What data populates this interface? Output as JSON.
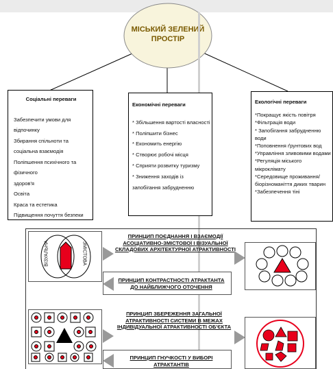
{
  "title": "МІСЬКИЙ ЗЕЛЕНИЙ ПРОСТІР",
  "social": {
    "heading": "Соціальні переваги",
    "items": [
      "Забезпечити умови для",
      "відпочинку",
      "Збирання спільноти та",
      "соціальна взаємодія",
      "Поліпшення психічного та",
      "фізичного",
      "здоров'я",
      "Освіта",
      "Краса та естетика",
      "Підвищення почуття безпеки"
    ]
  },
  "economic": {
    "heading": "Економічні переваги",
    "items": [
      "* Збільшення вартості власності",
      "* Поліпшити бізнес",
      "* Економить енергію",
      "* Створює робочі місця",
      "* Сприяти розвитку туризму",
      "* Зниження заходів із запобігання забрудненню"
    ]
  },
  "ecological": {
    "heading": "Екологічні переваги",
    "items": [
      "*Покращує якість повітря",
      "*Фільтрація води",
      "* Запобігання забрудненню води",
      "*Поповнення ґрунтових вод",
      "*Управління зливовими водами",
      "*Регуляція міського мікроклімату",
      "*Середовище проживання/біорізноманіття диких тварин",
      "*Забезпечення тіні"
    ]
  },
  "principles": [
    "ПРИНЦИП ПОЄДНАННЯ І ВЗАЄМОДІЇ АСОЦІАТИВНО-ЗМІСТОВОЇ І ВІЗУАЛЬНОЇ СКЛАДОВИХ АРХІТЕКТУРНОЇ АТРАКТИВНОСТІ",
    "ПРИНЦИП КОНТРАСТНОСТІ АТРАКТАНТА ДО НАЙБЛИЖЧОГО ОТОЧЕННЯ",
    "ПРИНЦИП ЗБЕРЕЖЕННЯ ЗАГАЛЬНОЇ АТРАКТИВНОСТІ СИСТЕМИ В МЕЖАХ ІНДИВІДУАЛЬНОЇ АТРАКТИВНОСТІ ОБ'ЄКТА",
    "ПРИНЦИП ГНУЧКОСТІ У ВИБОРІ АТРАКТАНТІВ"
  ],
  "venn_labels": {
    "left": "ВІЗУАЛЬНА",
    "right": "ЗМІСТОВА"
  },
  "colors": {
    "accent": "#e8001c",
    "ellipse_fill": "#f8f4dc",
    "ellipse_stroke": "#888888"
  }
}
